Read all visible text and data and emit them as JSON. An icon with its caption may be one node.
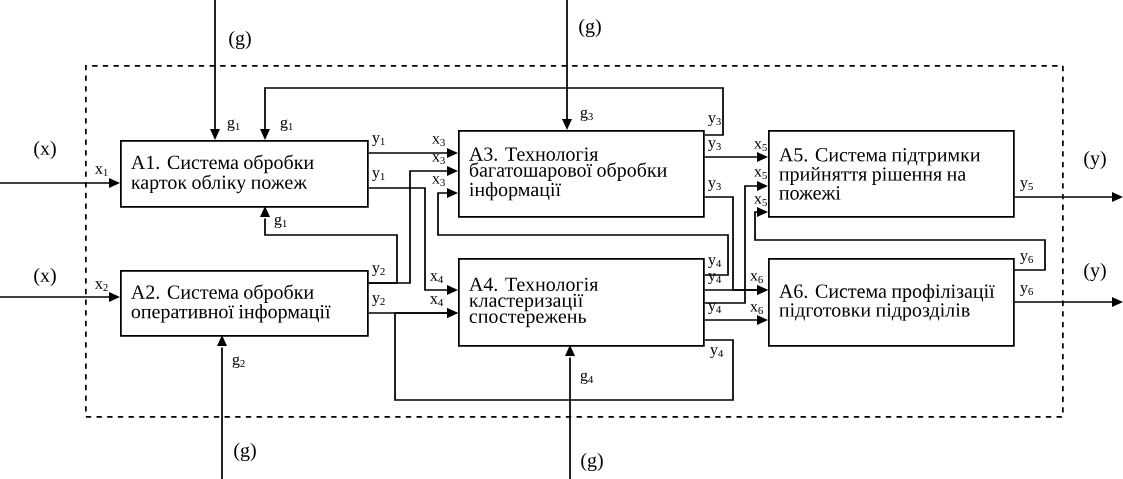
{
  "diagram": {
    "nodes": [
      {
        "text": [],
        "shape": "box"
      },
      {
        "text": [
          "A1. Система обробки карток обліку пожеж"
        ],
        "in": 0
      },
      {
        "text": [
          "A2. Система обробки оперативної інформації"
        ],
        "in": 0
      },
      {
        "text": [
          "A3. Технологія багатошарової обробки інформації"
        ],
        "in": 0
      },
      {
        "text": [
          "A4. Технологія кластеризації спостережень"
        ],
        "in": 0
      },
      {
        "text": [
          "A5. Система підтримки прийняття рішення на пожежі"
        ],
        "in": 0
      },
      {
        "text": [
          "A6. Система профілізації підготовки підрозділів"
        ],
        "in": 0
      }
    ],
    "edges": [
      {
        "from": null,
        "to": 1,
        "arrow": "to",
        "label": "(x)"
      },
      {
        "from": null,
        "to": 2,
        "arrow": "to",
        "label": "(x)"
      },
      {
        "from": null,
        "to": 1,
        "arrow": "to",
        "label": "(g)"
      },
      {
        "from": null,
        "to": 2,
        "arrow": "to",
        "label": "(g)"
      },
      {
        "from": null,
        "to": 3,
        "arrow": "to",
        "label": "(g)"
      },
      {
        "from": null,
        "to": 4,
        "arrow": "to",
        "label": "(g)"
      },
      {
        "from": 5,
        "to": null,
        "arrow": "to",
        "label": "(y)"
      },
      {
        "from": 6,
        "to": null,
        "arrow": "to",
        "label": "(y)"
      },
      {
        "from": 1,
        "to": 3,
        "arrow": "to"
      },
      {
        "from": 1,
        "to": 4,
        "arrow": "to"
      },
      {
        "from": 2,
        "to": 3,
        "arrow": "to"
      },
      {
        "from": 2,
        "to": 1,
        "arrow": "to"
      },
      {
        "from": 2,
        "to": 4,
        "arrow": "to"
      },
      {
        "from": 4,
        "to": 4,
        "arrow": "to"
      },
      {
        "from": 3,
        "to": 1,
        "arrow": "to"
      },
      {
        "from": 3,
        "to": 5,
        "arrow": "to"
      },
      {
        "from": 3,
        "to": 6,
        "arrow": "to"
      },
      {
        "from": 4,
        "to": 3,
        "arrow": "to"
      },
      {
        "from": 4,
        "to": 6,
        "arrow": "to"
      },
      {
        "from": 4,
        "to": 5,
        "arrow": "to"
      },
      {
        "from": 6,
        "to": 5,
        "arrow": "to"
      },
      {
        "from": 4,
        "to": 6,
        "arrow": "to"
      }
    ],
    "labels": [
      "g$_{1}$",
      "g$_{1}$",
      "g$_{3}$",
      "y$_{3}$",
      "x$_{1}$",
      "y$_{1}$",
      "x$_{3}$",
      "x$_{3}$",
      "y$_{1}$",
      "x$_{3}$",
      "y$_{3}$",
      "x$_{5}$",
      "x$_{5}$",
      "y$_{3}$",
      "x$_{5}$",
      "y$_{5}$",
      "g$_{1}$",
      "y$_{4}$",
      "y$_{6}$",
      "x$_{2}$",
      "y$_{2}$",
      "x$_{4}$",
      "y$_{4}$",
      "x$_{6}$",
      "y$_{6}$",
      "y$_{2}$",
      "x$_{4}$",
      "y$_{4}$",
      "x$_{6}$",
      "y$_{4}$",
      "g$_{2}$",
      "g$_{4}$"
    ]
  }
}
